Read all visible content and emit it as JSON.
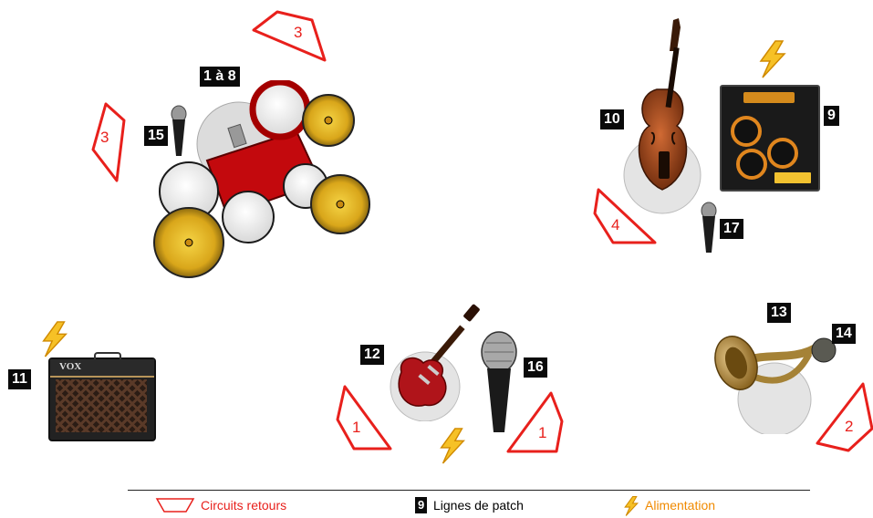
{
  "badges": {
    "drums": "1 à 8",
    "mic15": "15",
    "bass": "10",
    "bassamp": "9",
    "mic17": "17",
    "guitar": "12",
    "mic16": "16",
    "guitaramp": "11",
    "horn": "13",
    "hornmic": "14"
  },
  "monitors": {
    "m3_top": "3",
    "m3_left": "3",
    "m4": "4",
    "m1_left": "1",
    "m1_right": "1",
    "m2": "2"
  },
  "amps": {
    "vox_logo": "VOX"
  },
  "legend": {
    "monitors_label": "Circuits retours",
    "patch_number": "9",
    "patch_label": "Lignes de patch",
    "power_label": "Alimentation"
  },
  "colors": {
    "monitor_red": "#e8201c",
    "power_orange": "#f08a00",
    "badge_black": "#0a0a0a"
  }
}
